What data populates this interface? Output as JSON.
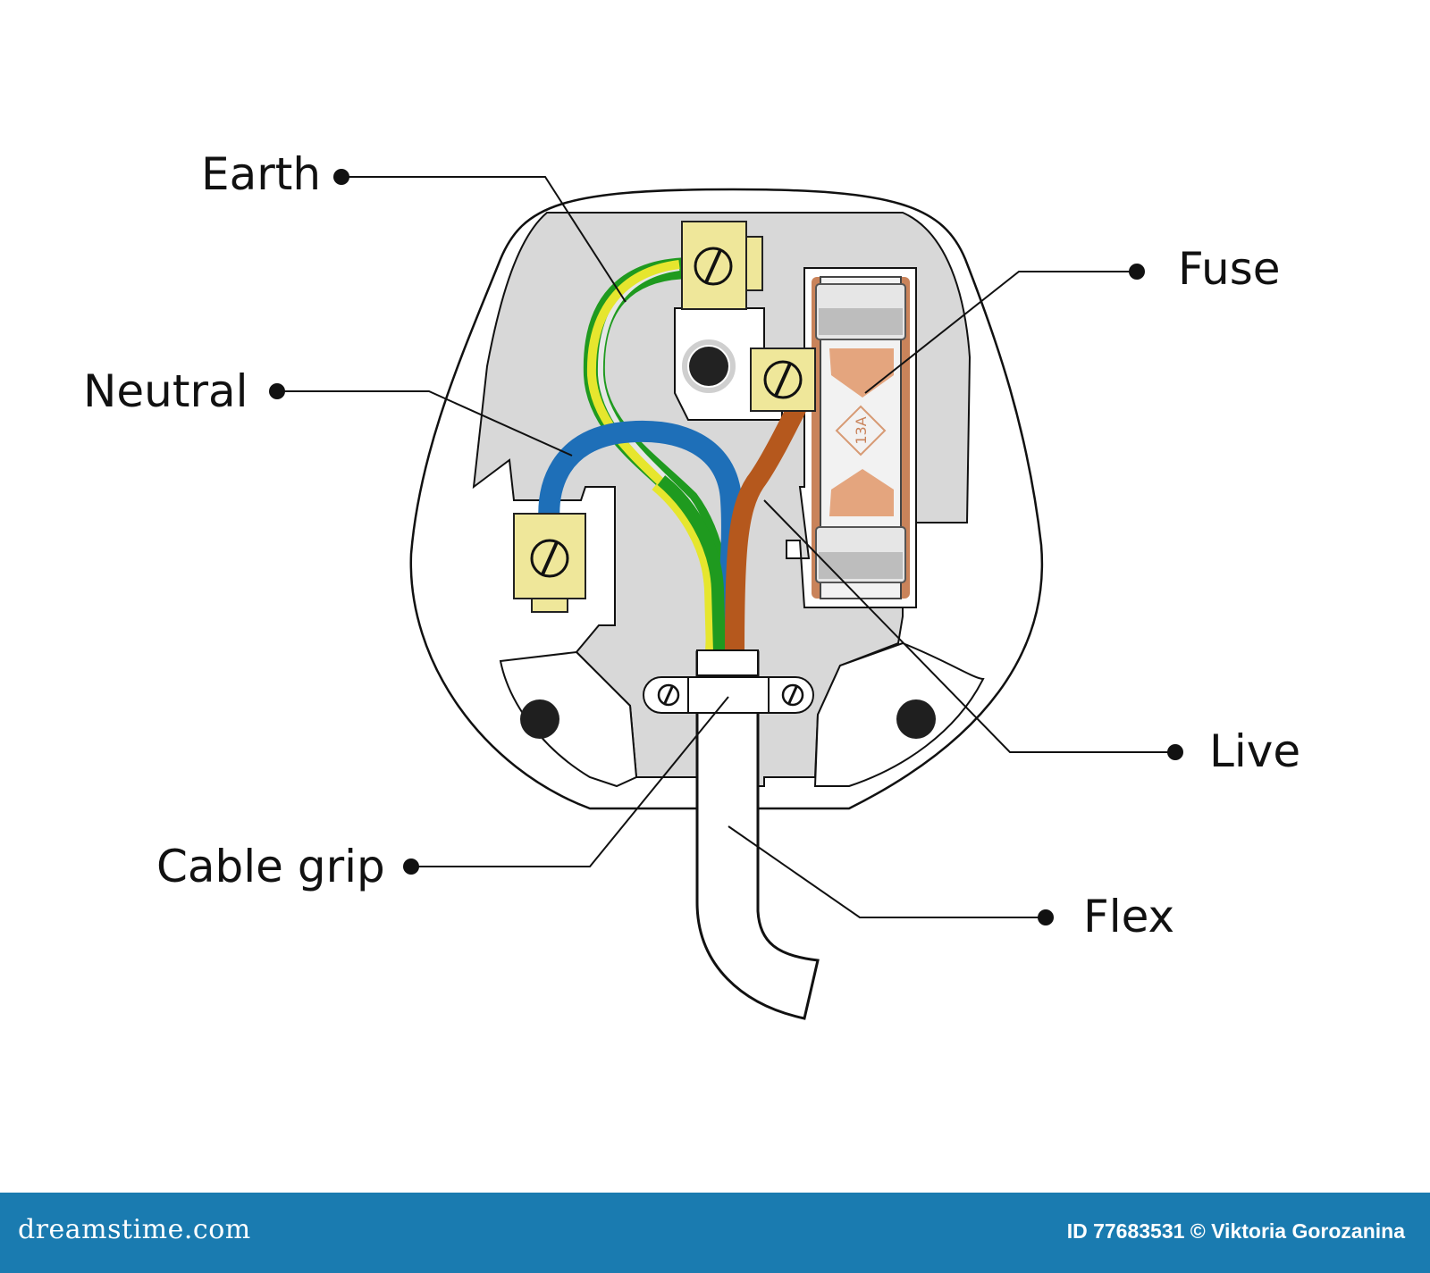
{
  "labels": {
    "earth": "Earth",
    "neutral": "Neutral",
    "fuse": "Fuse",
    "live": "Live",
    "cable_grip": "Cable grip",
    "flex": "Flex"
  },
  "fuse_rating": "13A",
  "colors": {
    "earth_green": "#1f9a1f",
    "earth_yellow": "#e6e62e",
    "neutral_blue": "#1e6fb8",
    "live_brown": "#b5581d",
    "terminal_yellow": "#efe79a",
    "plug_body_grey": "#d8d8d8",
    "footer_blue": "#1a7bb0"
  },
  "footer": {
    "brand": "dreamstime.com",
    "credit": "ID 77683531 © Viktoria Gorozanina"
  }
}
